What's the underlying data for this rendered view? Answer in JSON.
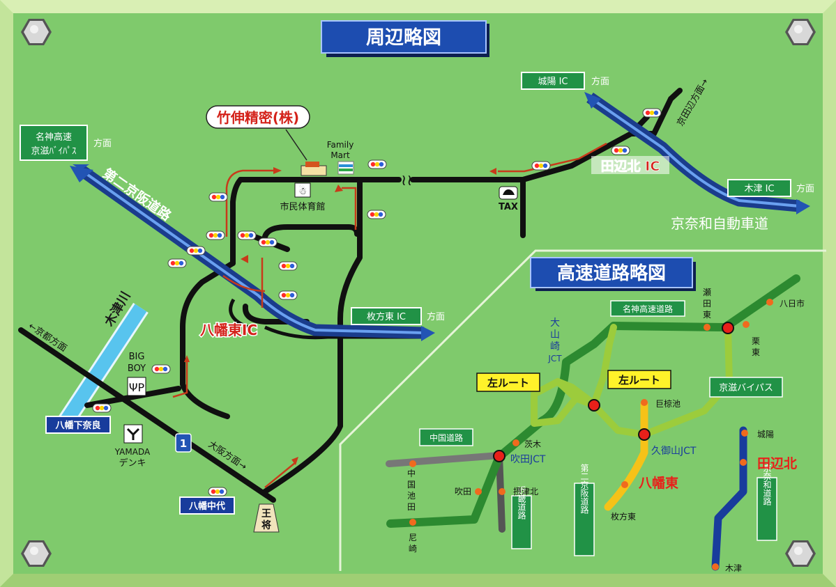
{
  "titles": {
    "area_map": "周辺略図",
    "highway_map": "高速道路略図"
  },
  "company": "竹伸精密(株)",
  "landmarks": {
    "family_mart": [
      "Family",
      "Mart"
    ],
    "gym": "市民体育館",
    "taxi": "TAX",
    "big_boy": [
      "BIG",
      "BOY"
    ],
    "yamada": [
      "YAMADA",
      "デンキ"
    ],
    "ohsho": [
      "王",
      "将"
    ],
    "route_number": "1"
  },
  "signs": {
    "meishin": [
      "名神高速",
      "京滋ﾊﾞｲﾊﾟｽ"
    ],
    "joyo_ic": "城陽 IC",
    "kizu_ic": "木津 IC",
    "hirakata_ic": "枚方東 IC",
    "direction": "方面",
    "tanabe_ic": "田辺北 IC",
    "yawata_ic": "八幡東IC",
    "yawata_shimo": "八幡下奈良",
    "yawata_naka": "八幡中代"
  },
  "road_labels": {
    "daini_keihan": "第二京阪道路",
    "kyotanabe": "京田辺方面→",
    "keinawa": "京奈和自動車道",
    "kizu_river": "木津川",
    "kyoto_dir": "←京都方面",
    "osaka_dir": "大阪方面→"
  },
  "highway": {
    "meishin_label": "名神高速道路",
    "left_route": "左ルート",
    "keiji_bypass": "京滋バイパス",
    "chugoku_label": "中国道路",
    "daini_label": "第二京阪道路",
    "kinki_label": "近畿道路",
    "keinawa_label": "京奈和道路",
    "oyamazaki": [
      "大",
      "山",
      "崎",
      "JCT"
    ],
    "seta_higashi": [
      "瀬",
      "田",
      "東"
    ],
    "youkaichi": "八日市",
    "ritto": [
      "栗",
      "東"
    ],
    "ogura": "巨椋池",
    "kumiyama": "久御山JCT",
    "yawata": "八幡東",
    "hirakata": "枚方東",
    "ibaraki": "茨木",
    "suita_jct": "吹田JCT",
    "suita": "吹田",
    "settsu": "摂津北",
    "ikeda": [
      "中",
      "国",
      "池",
      "田"
    ],
    "amagasaki": [
      "尼",
      "崎"
    ],
    "joyo": "城陽",
    "tanabe": "田辺北",
    "kizu": "木津"
  },
  "colors": {
    "board": "#7fca6c",
    "sign_green": "#219246",
    "title_blue": "#183c9c",
    "expressway": "#2254b4",
    "road": "#101010",
    "route_red": "#c83a1a",
    "hw_green": "#2c8a30",
    "hw_light": "#9ccc3c",
    "hw_yellow": "#f6c218",
    "hw_gray": "#777777"
  }
}
